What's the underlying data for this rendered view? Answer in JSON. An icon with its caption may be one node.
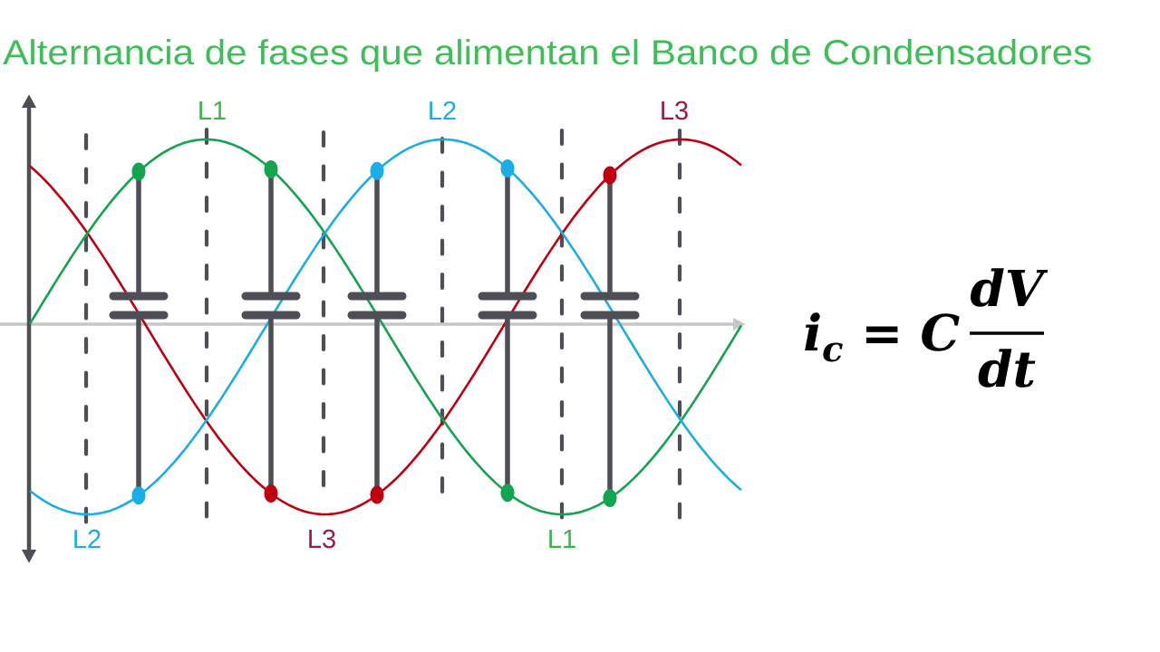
{
  "diagram": {
    "title": "Alternancia de fases que alimentan el Banco de Condensadores",
    "labels": [
      "L1",
      "L2",
      "L3",
      "L2",
      "L3",
      "L1",
      "i$_{c}$ = C",
      "dV",
      "dt"
    ]
  }
}
